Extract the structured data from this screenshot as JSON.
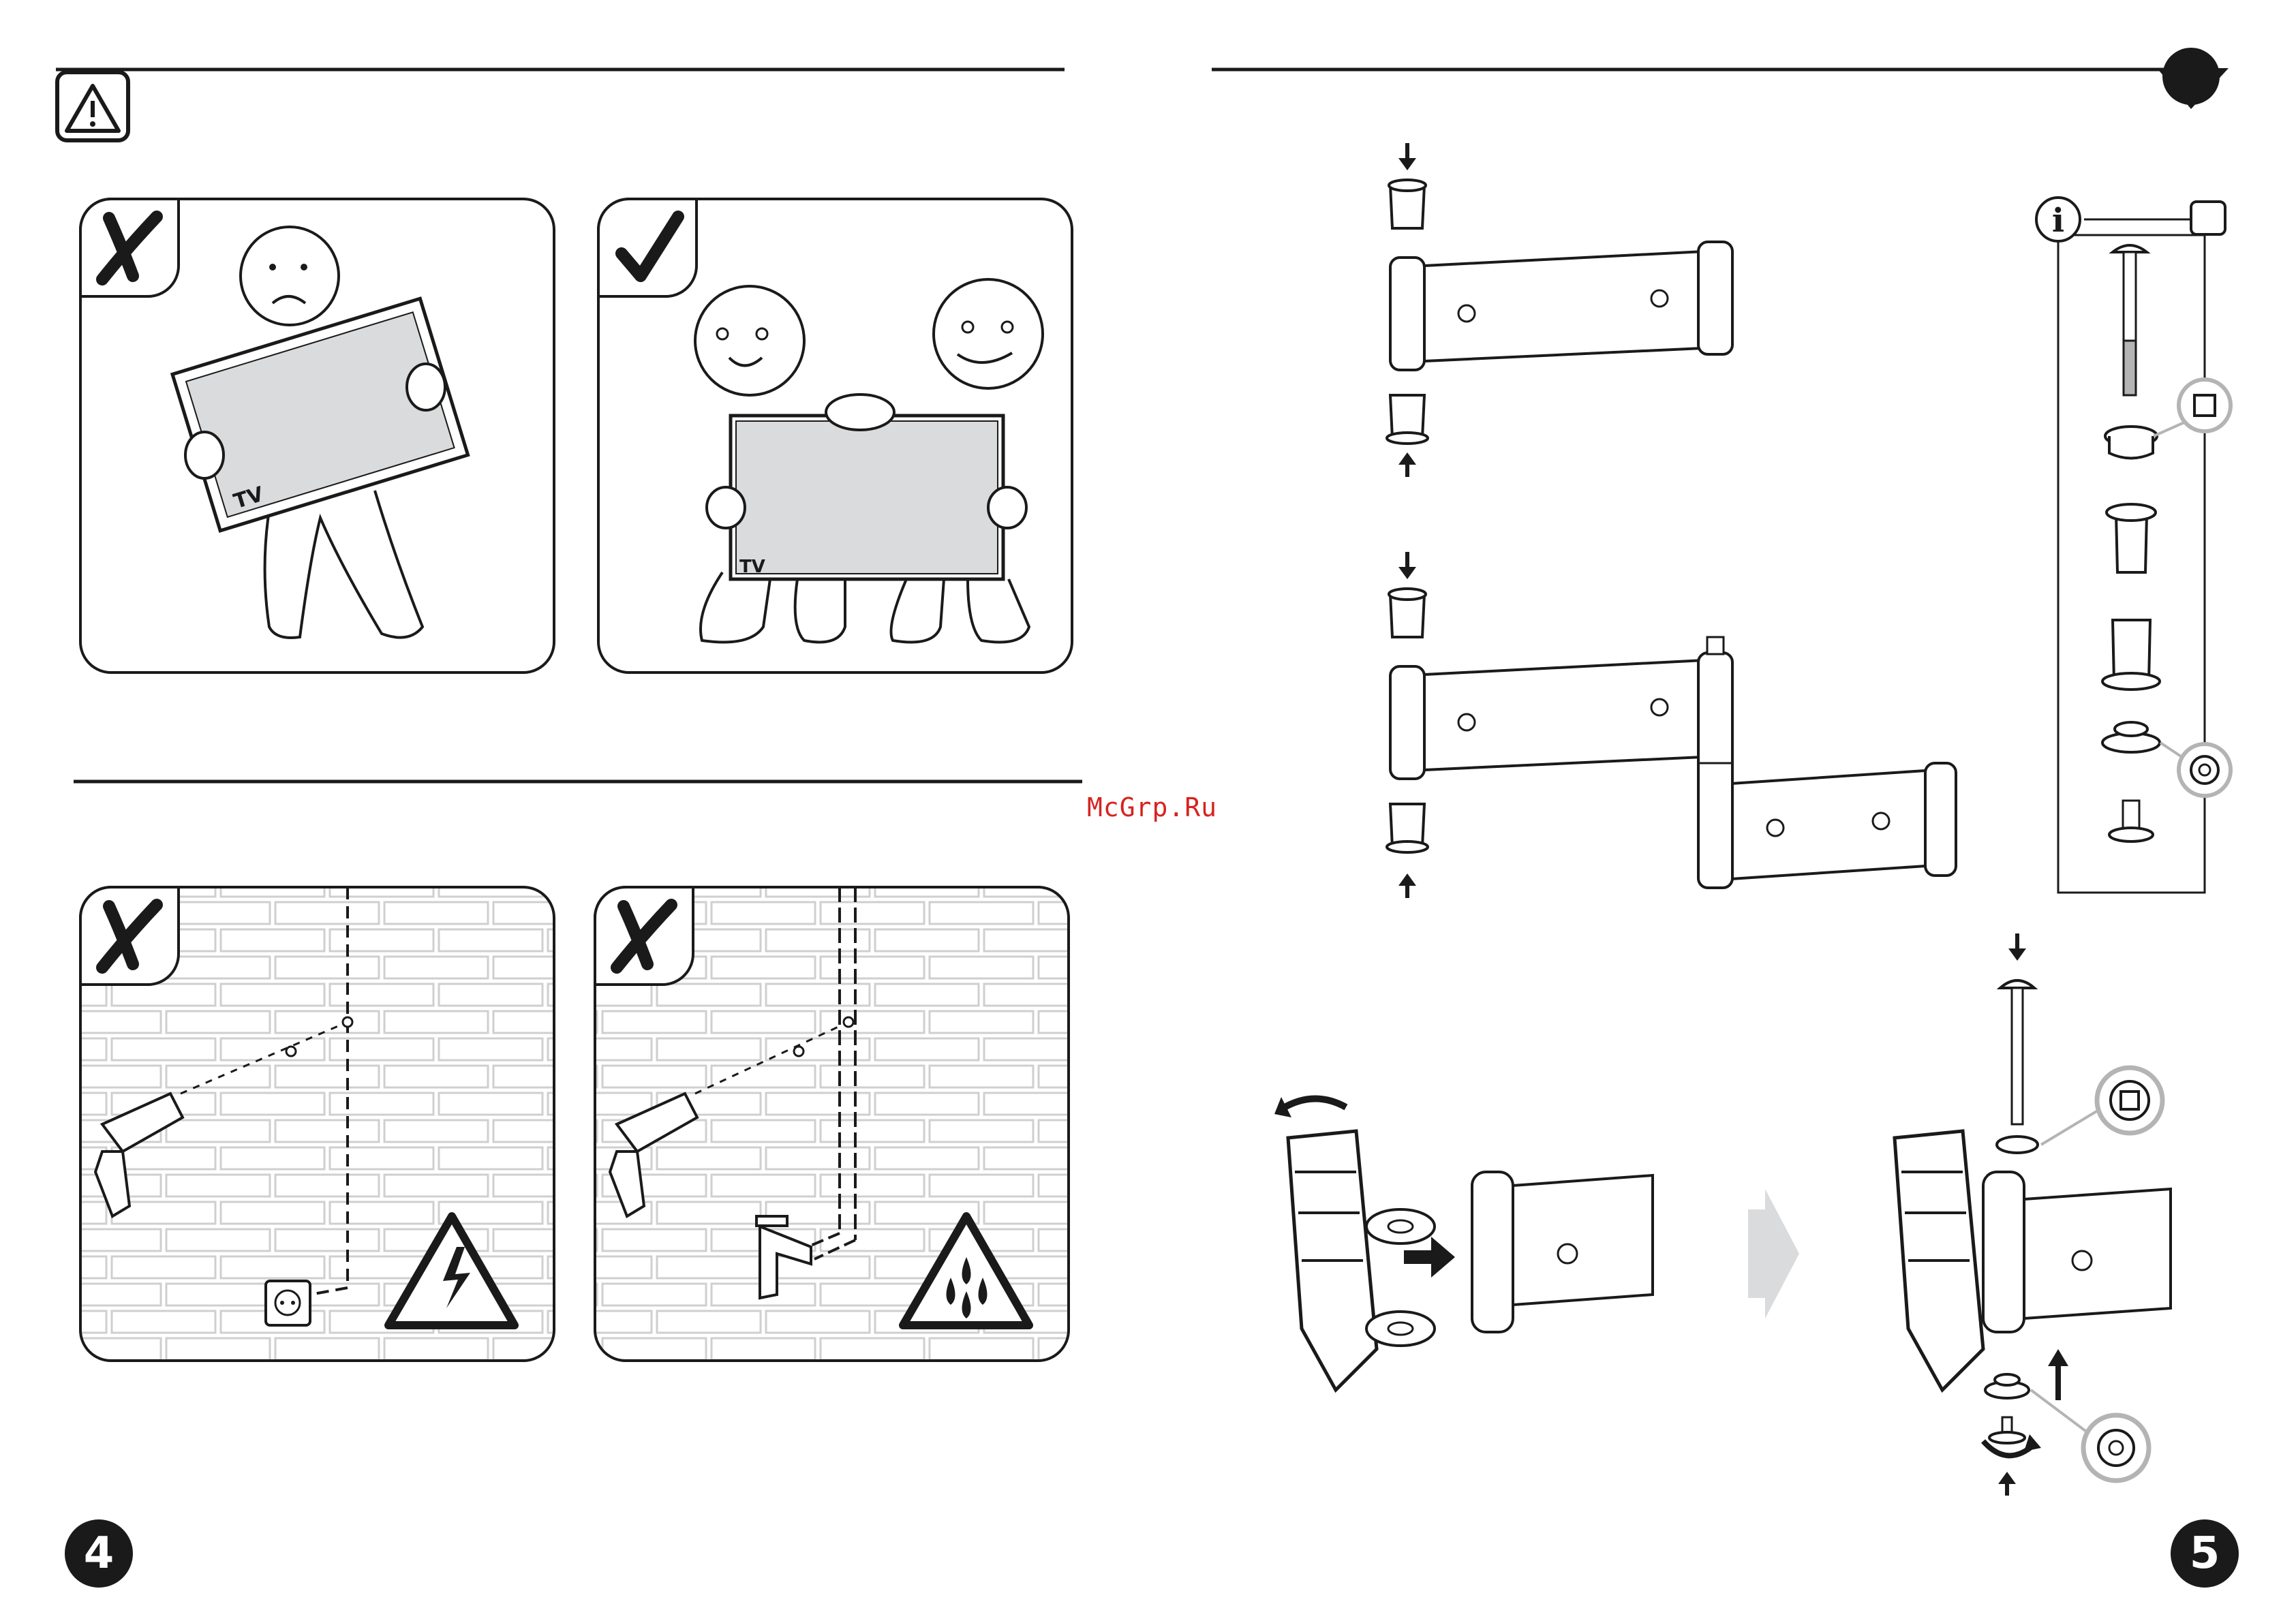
{
  "page_left_number": "4",
  "page_right_number": "5",
  "watermark": "McGrp.Ru",
  "tv_label": "TV",
  "icons": {
    "warning": "warning-triangle-icon",
    "info": "info-icon",
    "wrong": "cross-mark-icon",
    "right": "check-mark-icon",
    "electric": "high-voltage-icon",
    "water": "water-hazard-icon"
  },
  "info_symbol": "i"
}
